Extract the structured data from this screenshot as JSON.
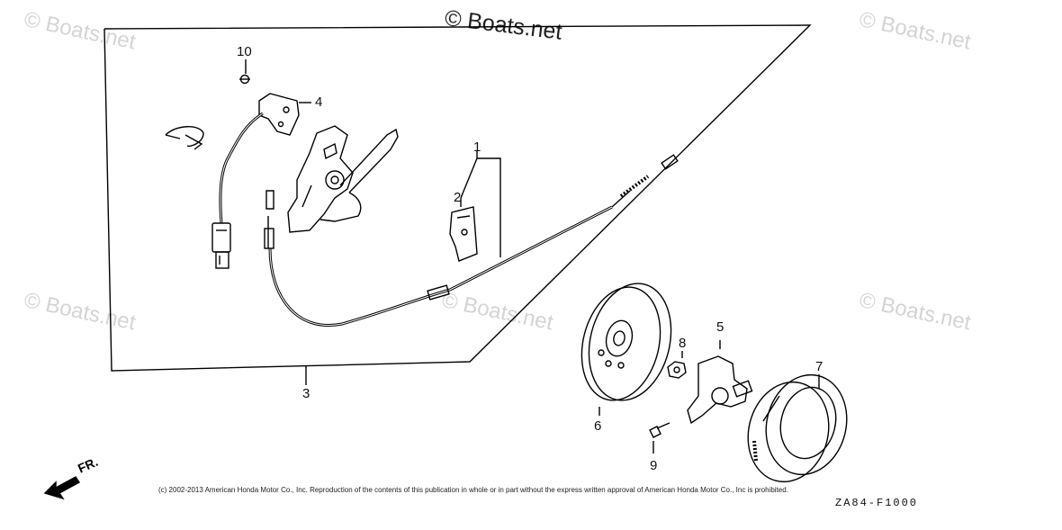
{
  "diagram": {
    "watermarks": {
      "main": "© Boats.net",
      "faint": [
        "© Boats.net",
        "© Boats.net",
        "© Boats.net",
        "© Boats.net",
        "© Boats.net"
      ]
    },
    "callouts": {
      "p1": "1",
      "p2": "2",
      "p3": "3",
      "p4": "4",
      "p5": "5",
      "p6": "6",
      "p7": "7",
      "p8": "8",
      "p9": "9",
      "p10": "10"
    },
    "direction_label": "FR.",
    "copyright": "(c) 2002-2013 American Honda Motor Co., Inc. Reproduction of the contents of this publication in whole or in part without the express written approval of American Honda Motor Co., Inc is prohibited.",
    "figure_code": "ZA84-F1000"
  }
}
